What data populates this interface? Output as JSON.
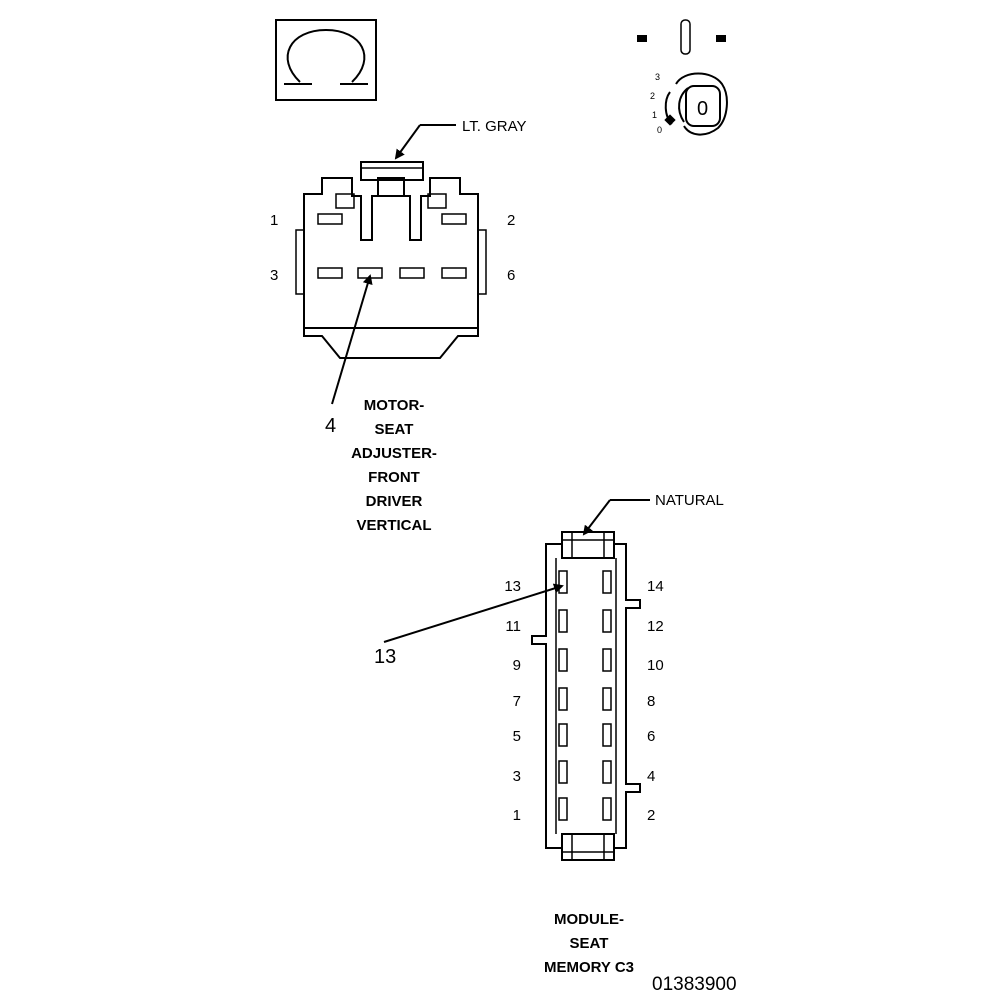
{
  "icons": {
    "ohm": "ohm-symbol-icon",
    "ignition": "ignition-key-icon"
  },
  "ignition": {
    "positions": [
      "3",
      "2",
      "1",
      "0"
    ],
    "key_label": "0"
  },
  "connector_top": {
    "color_label": "LT. GRAY",
    "pins": {
      "p1": "1",
      "p2": "2",
      "p3": "3",
      "p6": "6"
    },
    "callout": "4",
    "title_lines": [
      "MOTOR-",
      "SEAT",
      "ADJUSTER-",
      "FRONT",
      "DRIVER",
      "VERTICAL"
    ]
  },
  "connector_bottom": {
    "color_label": "NATURAL",
    "left_pins": [
      "13",
      "11",
      "9",
      "7",
      "5",
      "3",
      "1"
    ],
    "right_pins": [
      "14",
      "12",
      "10",
      "8",
      "6",
      "4",
      "2"
    ],
    "callout": "13",
    "title_lines": [
      "MODULE-",
      "SEAT",
      "MEMORY C3"
    ]
  },
  "figure_code": "01383900"
}
